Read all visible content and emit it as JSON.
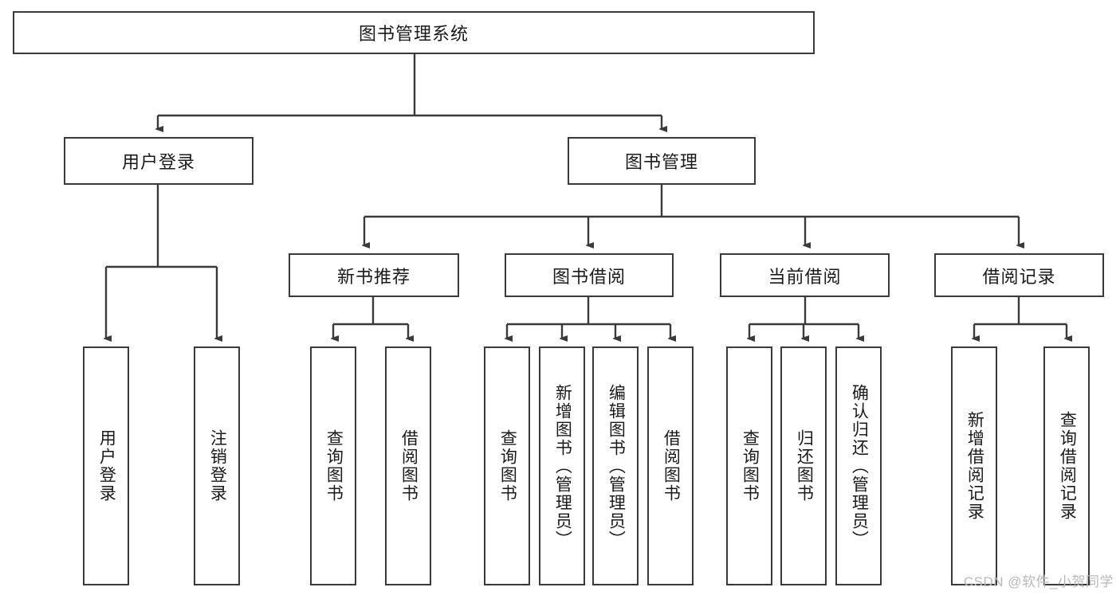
{
  "diagram": {
    "title": "图书管理系统",
    "type": "hierarchy-tree",
    "watermark": "CSDN @软件_小贺同学",
    "line_color": "#3a3a3a",
    "box_fill": "#ffffff",
    "text_color": "#1a1a1a",
    "watermark_color": "#b9b9b9"
  },
  "nodes": {
    "root": {
      "label": "图书管理系统",
      "level": 0
    },
    "level1": [
      {
        "id": "user-login",
        "label": "用户登录"
      },
      {
        "id": "book-manage",
        "label": "图书管理"
      }
    ],
    "level2": [
      {
        "id": "new-book-recommend",
        "label": "新书推荐",
        "parent": "book-manage"
      },
      {
        "id": "book-borrow",
        "label": "图书借阅",
        "parent": "book-manage"
      },
      {
        "id": "current-borrow",
        "label": "当前借阅",
        "parent": "book-manage"
      },
      {
        "id": "borrow-record",
        "label": "借阅记录",
        "parent": "book-manage"
      }
    ],
    "leaves": [
      {
        "id": "leaf-user-login",
        "label": "用户登录",
        "parent": "user-login"
      },
      {
        "id": "leaf-logout",
        "label": "注销登录",
        "parent": "user-login"
      },
      {
        "id": "leaf-query-book-1",
        "label": "查询图书",
        "parent": "new-book-recommend"
      },
      {
        "id": "leaf-borrow-book-1",
        "label": "借阅图书",
        "parent": "new-book-recommend"
      },
      {
        "id": "leaf-query-book-2",
        "label": "查询图书",
        "parent": "book-borrow"
      },
      {
        "id": "leaf-add-book",
        "label": "新增图书（管理员）",
        "parent": "book-borrow"
      },
      {
        "id": "leaf-edit-book",
        "label": "编辑图书（管理员）",
        "parent": "book-borrow"
      },
      {
        "id": "leaf-borrow-book-2",
        "label": "借阅图书",
        "parent": "book-borrow"
      },
      {
        "id": "leaf-query-book-3",
        "label": "查询图书",
        "parent": "current-borrow"
      },
      {
        "id": "leaf-return-book",
        "label": "归还图书",
        "parent": "current-borrow"
      },
      {
        "id": "leaf-confirm-return",
        "label": "确认归还（管理员）",
        "parent": "current-borrow"
      },
      {
        "id": "leaf-add-record",
        "label": "新增借阅记录",
        "parent": "borrow-record"
      },
      {
        "id": "leaf-query-record",
        "label": "查询借阅记录",
        "parent": "borrow-record"
      }
    ]
  }
}
